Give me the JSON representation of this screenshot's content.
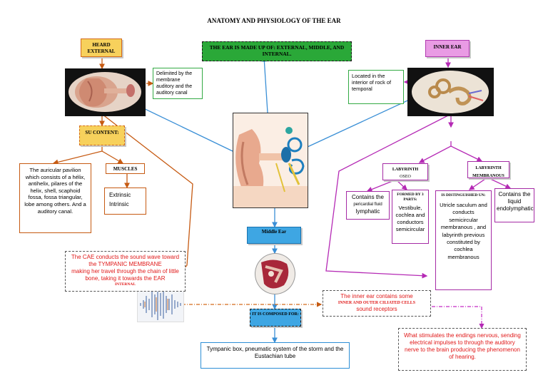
{
  "title": "ANATOMY AND PHYSIOLOGY OF THE EAR",
  "central": "THE EAR IS MADE UP OF: EXTERNAL, MIDDLE, AND INTERNAL.",
  "heard_external": "HEARD EXTERNAL",
  "su_content": "SU CONTENT:",
  "external_desc": "Delimited by the membrane auditory and the auditory canal",
  "external_content": "The auricular pavilion which consists of a hélix, antihelix, pilares of the helix, shell, scaphoid fossa, fossa triangular, lobe among others. And a auditory canal.",
  "muscles": "MUSCLES",
  "muscle_types": [
    "Extrinsic",
    "Intrinsic"
  ],
  "inner_ear": "INNER EAR",
  "inner_desc": "Located in the interior of rock of temporal",
  "labyrinth_oseo_title": "LABYRINTH",
  "labyrinth_oseo_sub": "OSEO",
  "labyrinth_membranous": "LABYRINTH MEMBRANOUS",
  "pericardial_1": "Contains the",
  "pericardial_2": "pericardial fluid",
  "pericardial_3": "lymphatic",
  "formed_by": "FORMED BY 3 PARTS:",
  "formed_parts": "Vestibule, cochlea and conductors semicircular",
  "distinguished": "IS DISTINGUISHED UN:",
  "distinguished_text": "Utricle saculum and conducts semicircular membranous , and labyrinth previous constituted by cochlea membranous",
  "endolymphatic": "Contains the liquid endolymphatic",
  "middle_ear": "Middle Ear",
  "composed": "IT IS COMPOSED FOR:",
  "middle_parts": "Tympanic box, pneumatic system of the storm and the Eustachian tube",
  "cae_line1": "The CAE conducts the sound wave toward the TYMPANIC MEMBRANE",
  "cae_line2": "making her travel through the chain of little bone, taking it towards the EAR",
  "cae_internal": "INTERNAL",
  "inner_contains_1": "The inner ear contains some",
  "inner_contains_2": "INNER AND OUTER CILIATED CELLS",
  "inner_contains_3": "sound receptors",
  "stimulates": "What stimulates the endings nervous, sending electrical impulses to through the auditory nerve to the brain producing the phenomenon of hearing."
}
